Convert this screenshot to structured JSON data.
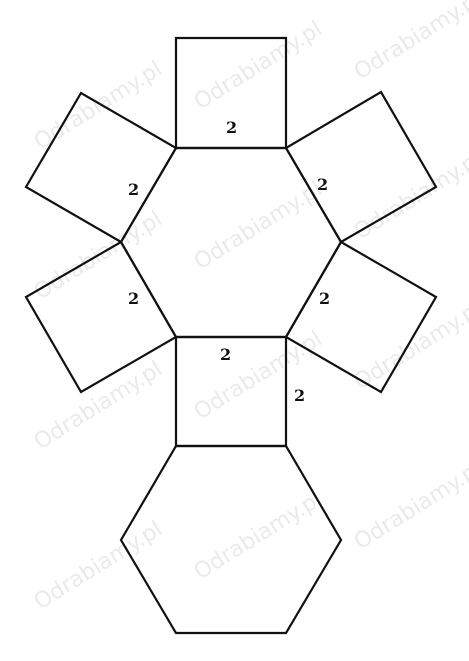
{
  "figure": {
    "type": "net of a regular hexagonal prism",
    "edge_color": "#111111",
    "labels": {
      "top_square_edge": "2",
      "upper_left_edge": "2",
      "upper_right_edge": "2",
      "lower_left_edge": "2",
      "lower_right_edge": "2",
      "bottom_edge": "2",
      "side_square_edge": "2"
    }
  },
  "watermark": {
    "text": "Odrabiamy",
    "suffix": ".pl",
    "color": "#d9d9d9"
  }
}
